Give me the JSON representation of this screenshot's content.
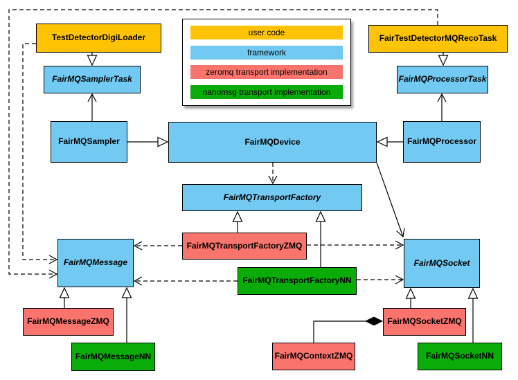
{
  "diagram": {
    "type": "uml-class-diagram",
    "colors": {
      "user_code": "#FFC306",
      "framework": "#72C9F1",
      "zeromq": "#F9746C",
      "nanomsg": "#09AC09",
      "line": "#000000",
      "background": "#FFFFFF"
    },
    "legend": {
      "items": [
        {
          "label": "user code",
          "category": "user_code"
        },
        {
          "label": "framework",
          "category": "framework"
        },
        {
          "label": "zeromq transport implementation",
          "category": "zeromq"
        },
        {
          "label": "nanomsg transport implementation",
          "category": "nanomsg"
        }
      ]
    },
    "nodes": [
      {
        "label": "TestDetectorDigiLoader",
        "category": "user_code",
        "abstract": false
      },
      {
        "label": "FairTestDetectorMQRecoTask",
        "category": "user_code",
        "abstract": false
      },
      {
        "label": "FairMQSamplerTask",
        "category": "framework",
        "abstract": true
      },
      {
        "label": "FairMQProcessorTask",
        "category": "framework",
        "abstract": true
      },
      {
        "label": "FairMQSampler",
        "category": "framework",
        "abstract": false
      },
      {
        "label": "FairMQDevice",
        "category": "framework",
        "abstract": false
      },
      {
        "label": "FairMQProcessor",
        "category": "framework",
        "abstract": false
      },
      {
        "label": "FairMQTransportFactory",
        "category": "framework",
        "abstract": true
      },
      {
        "label": "FairMQTransportFactoryZMQ",
        "category": "zeromq",
        "abstract": false
      },
      {
        "label": "FairMQTransportFactoryNN",
        "category": "nanomsg",
        "abstract": false
      },
      {
        "label": "FairMQMessage",
        "category": "framework",
        "abstract": true
      },
      {
        "label": "FairMQSocket",
        "category": "framework",
        "abstract": true
      },
      {
        "label": "FairMQMessageZMQ",
        "category": "zeromq",
        "abstract": false
      },
      {
        "label": "FairMQMessageNN",
        "category": "nanomsg",
        "abstract": false
      },
      {
        "label": "FairMQSocketZMQ",
        "category": "zeromq",
        "abstract": false
      },
      {
        "label": "FairMQSocketNN",
        "category": "nanomsg",
        "abstract": false
      },
      {
        "label": "FairMQContextZMQ",
        "category": "zeromq",
        "abstract": false
      }
    ],
    "edges": [
      {
        "from": "TestDetectorDigiLoader",
        "to": "FairMQSamplerTask",
        "kind": "inheritance"
      },
      {
        "from": "FairTestDetectorMQRecoTask",
        "to": "FairMQProcessorTask",
        "kind": "inheritance"
      },
      {
        "from": "FairMQSampler",
        "to": "FairMQDevice",
        "kind": "inheritance"
      },
      {
        "from": "FairMQProcessor",
        "to": "FairMQDevice",
        "kind": "inheritance"
      },
      {
        "from": "FairMQTransportFactoryZMQ",
        "to": "FairMQTransportFactory",
        "kind": "inheritance"
      },
      {
        "from": "FairMQTransportFactoryNN",
        "to": "FairMQTransportFactory",
        "kind": "inheritance"
      },
      {
        "from": "FairMQMessageZMQ",
        "to": "FairMQMessage",
        "kind": "inheritance"
      },
      {
        "from": "FairMQMessageNN",
        "to": "FairMQMessage",
        "kind": "inheritance"
      },
      {
        "from": "FairMQSocketZMQ",
        "to": "FairMQSocket",
        "kind": "inheritance"
      },
      {
        "from": "FairMQSocketNN",
        "to": "FairMQSocket",
        "kind": "inheritance"
      },
      {
        "from": "FairMQSampler",
        "to": "FairMQSamplerTask",
        "kind": "association"
      },
      {
        "from": "FairMQProcessor",
        "to": "FairMQProcessorTask",
        "kind": "association"
      },
      {
        "from": "FairMQDevice",
        "to": "FairMQSocket",
        "kind": "association"
      },
      {
        "from": "FairMQDevice",
        "to": "FairMQTransportFactory",
        "kind": "dependency"
      },
      {
        "from": "TestDetectorDigiLoader",
        "to": "FairMQMessage",
        "kind": "dependency"
      },
      {
        "from": "FairTestDetectorMQRecoTask",
        "to": "FairMQMessage",
        "kind": "dependency"
      },
      {
        "from": "FairMQTransportFactoryZMQ",
        "to": "FairMQMessage",
        "kind": "dependency"
      },
      {
        "from": "FairMQTransportFactoryZMQ",
        "to": "FairMQSocket",
        "kind": "dependency"
      },
      {
        "from": "FairMQTransportFactoryNN",
        "to": "FairMQMessage",
        "kind": "dependency"
      },
      {
        "from": "FairMQTransportFactoryNN",
        "to": "FairMQSocket",
        "kind": "dependency"
      },
      {
        "from": "FairMQContextZMQ",
        "to": "FairMQSocketZMQ",
        "kind": "composition"
      }
    ]
  }
}
